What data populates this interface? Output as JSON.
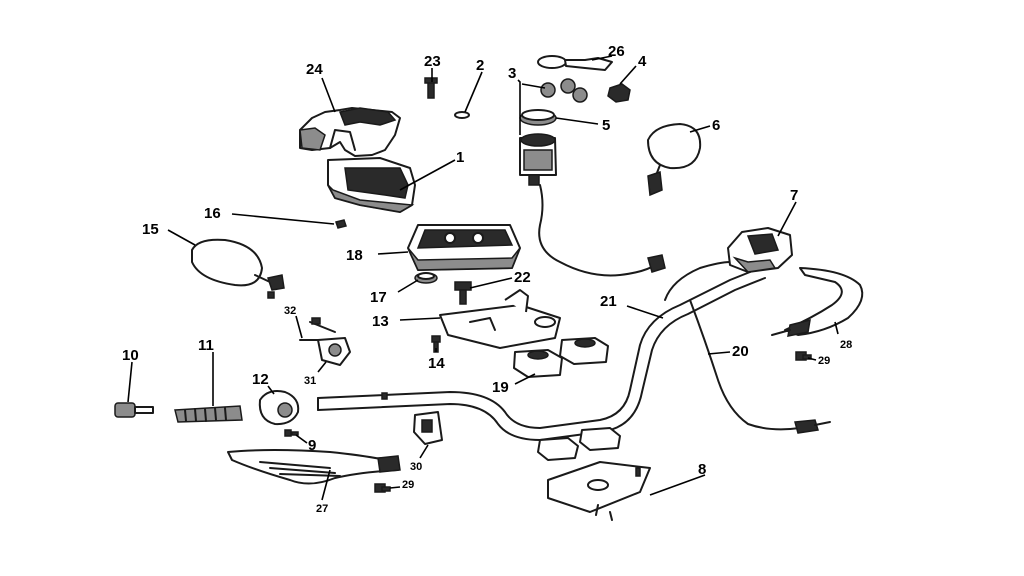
{
  "callouts": {
    "c1": "1",
    "c2": "2",
    "c3": "3",
    "c4": "4",
    "c5": "5",
    "c6": "6",
    "c7": "7",
    "c8": "8",
    "c9": "9",
    "c10": "10",
    "c11": "11",
    "c12": "12",
    "c13": "13",
    "c14": "14",
    "c15": "15",
    "c16": "16",
    "c17": "17",
    "c18": "18",
    "c19": "19",
    "c20": "20",
    "c21": "21",
    "c22": "22",
    "c23": "23",
    "c24": "24",
    "c26": "26",
    "c27": "27",
    "c28": "28",
    "c29a": "29",
    "c29b": "29",
    "c30": "30",
    "c31": "31",
    "c32": "32"
  },
  "colors": {
    "ink": "#1a1a1a",
    "background": "#ffffff"
  }
}
